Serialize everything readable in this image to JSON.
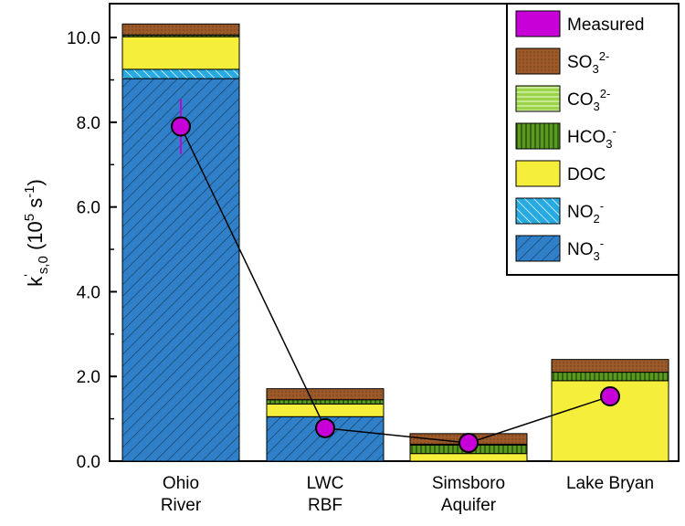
{
  "chart_data": {
    "type": "bar",
    "stacked": true,
    "categories": [
      "Ohio\nRiver",
      "LWC\nRBF",
      "Simsboro\nAquifer",
      "Lake Bryan"
    ],
    "ylabel": "k's,0 (10^5 s^-1)",
    "ylabel_parts": {
      "main": "k",
      "prime": "'",
      "sub": "s,0",
      "open": " (10",
      "sup1": "5",
      "mid": " s",
      "sup2": "-1",
      "close": ")"
    },
    "ylim": [
      0,
      10.8
    ],
    "yticks": [
      0.0,
      2.0,
      4.0,
      6.0,
      8.0,
      10.0
    ],
    "ytick_labels": [
      "0.0",
      "2.0",
      "4.0",
      "6.0",
      "8.0",
      "10.0"
    ],
    "legend_position": "top-right",
    "series": [
      {
        "key": "no3",
        "name": "NO3-",
        "label_base": "NO",
        "label_sub": "3",
        "label_sup": "-",
        "color": "#2f80c8",
        "pattern": "diag-dense",
        "values": [
          9.03,
          1.05,
          0.0,
          0.0
        ]
      },
      {
        "key": "no2",
        "name": "NO2-",
        "label_base": "NO",
        "label_sub": "2",
        "label_sup": "-",
        "color": "#27a9e1",
        "pattern": "diag-sparse",
        "values": [
          0.22,
          0.0,
          0.0,
          0.0
        ]
      },
      {
        "key": "doc",
        "name": "DOC",
        "label_base": "DOC",
        "label_sub": "",
        "label_sup": "",
        "color": "#f5ee3b",
        "pattern": "none",
        "values": [
          0.77,
          0.3,
          0.18,
          1.9
        ]
      },
      {
        "key": "hco3",
        "name": "HCO3-",
        "label_base": "HCO",
        "label_sub": "3",
        "label_sup": "-",
        "color": "#5a9a1f",
        "pattern": "vertical",
        "values": [
          0.04,
          0.1,
          0.2,
          0.2
        ]
      },
      {
        "key": "co3",
        "name": "CO3 2-",
        "label_base": "CO",
        "label_sub": "3",
        "label_sup": "2-",
        "color": "#9bd34a",
        "pattern": "horizontal",
        "values": [
          0.0,
          0.0,
          0.02,
          0.0
        ]
      },
      {
        "key": "so3",
        "name": "SO3 2-",
        "label_base": "SO",
        "label_sub": "3",
        "label_sup": "2-",
        "color": "#9c5a2a",
        "pattern": "dots",
        "values": [
          0.26,
          0.26,
          0.25,
          0.3
        ]
      }
    ],
    "measured": {
      "name": "Measured",
      "color": "#c800d8",
      "values": [
        7.9,
        0.78,
        0.43,
        1.53
      ],
      "error": [
        0.65,
        0,
        0,
        0
      ]
    },
    "legend_order": [
      "measured",
      "so3",
      "co3",
      "hco3",
      "doc",
      "no2",
      "no3"
    ]
  }
}
